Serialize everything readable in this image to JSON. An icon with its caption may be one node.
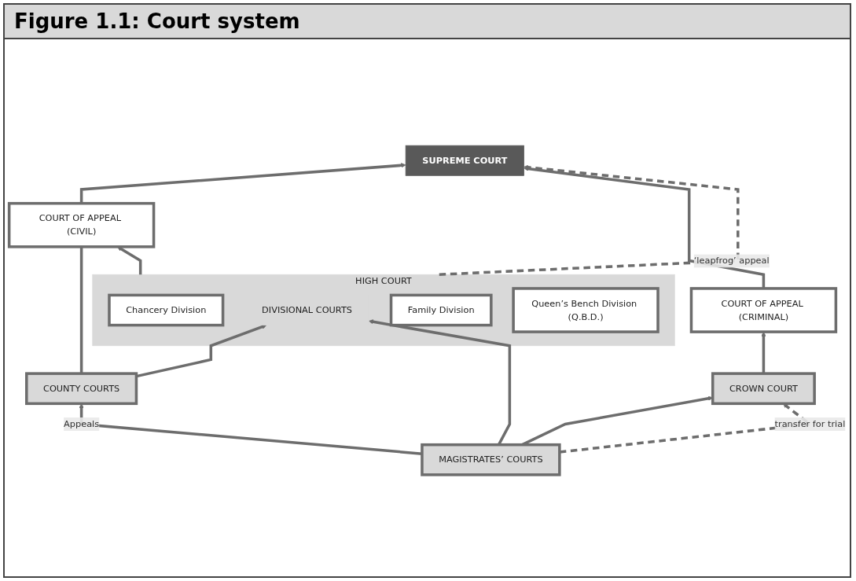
{
  "diagram": {
    "title": "Figure 1.1: Court system",
    "nodes": [
      {
        "text": [
          "SUPREME COURT"
        ]
      },
      {
        "text": [
          "COURT OF APPEAL (CIVIL)"
        ]
      },
      {
        "text": [
          "COURT OF APPEAL (CRIMINAL)"
        ]
      },
      {
        "text": [
          "HIGH COURT"
        ]
      },
      {
        "text": [
          "Chancery Division"
        ],
        "in": 3
      },
      {
        "text": [
          "Family Division"
        ],
        "in": 3
      },
      {
        "text": [
          "Queen’s Bench Division (Q.B.D.)"
        ],
        "in": 3
      },
      {
        "text": [
          "DIVISIONAL COURTS"
        ],
        "in": 3
      },
      {
        "text": [
          "CROWN COURT"
        ]
      },
      {
        "text": [
          "COUNTY COURTS"
        ]
      },
      {
        "text": [
          "MAGISTRATES’ COURTS"
        ]
      }
    ],
    "edges": [
      {
        "from": 1,
        "to": 0,
        "arrow": "to"
      },
      {
        "from": 2,
        "to": 0,
        "arrow": "to"
      },
      {
        "from": 3,
        "to": 0,
        "arrow": "to",
        "label": "‘leapfrog’ appeal",
        "style": "dashed"
      },
      {
        "from": 3,
        "to": 1,
        "arrow": "to"
      },
      {
        "from": 8,
        "to": 2,
        "arrow": "to"
      },
      {
        "from": 9,
        "to": 1,
        "arrow": "none"
      },
      {
        "from": 9,
        "to": 7,
        "arrow": "to"
      },
      {
        "from": 10,
        "to": 7,
        "arrow": "to"
      },
      {
        "from": 10,
        "to": 8,
        "arrow": "to"
      },
      {
        "from": 10,
        "to": 8,
        "arrow": "to",
        "label": "transfer for trial",
        "style": "dashed"
      },
      {
        "from": 10,
        "to": 9,
        "arrow": "to",
        "label": "Appeals"
      }
    ]
  }
}
